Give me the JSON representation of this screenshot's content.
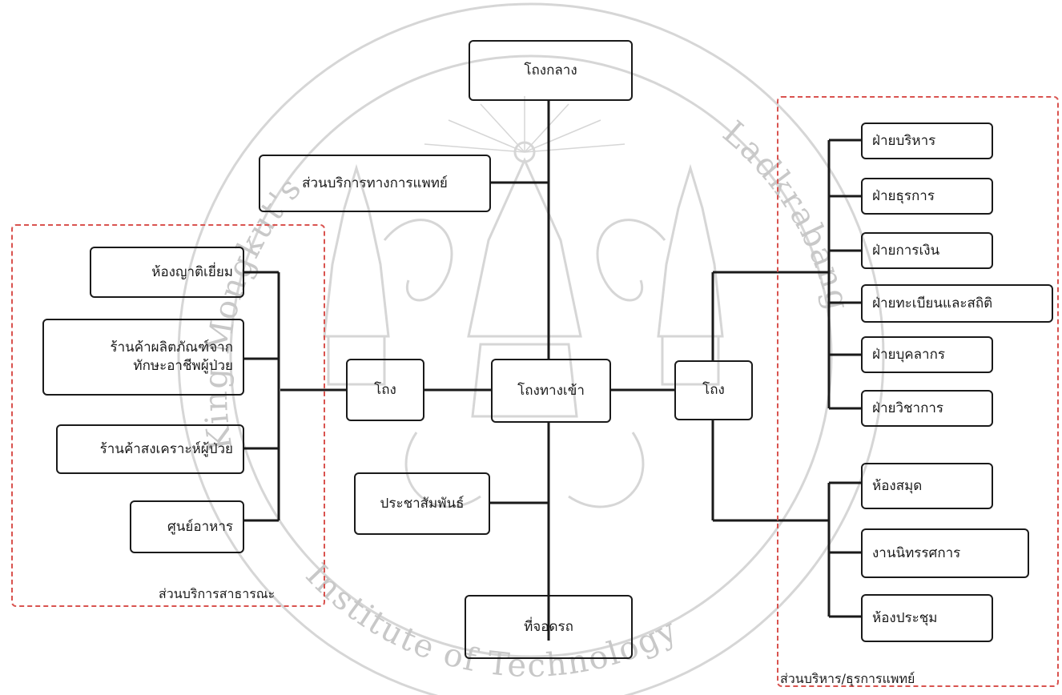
{
  "top": {
    "central_hall": "โถงกลาง"
  },
  "center": {
    "medical_services": "ส่วนบริการทางการแพทย์",
    "entrance_hall": "โถงทางเข้า",
    "left_hall": "โถง",
    "right_hall": "โถง",
    "public_relations": "ประชาสัมพันธ์",
    "parking": "ที่จอดรถ"
  },
  "public_services": {
    "zone_label": "ส่วนบริการสาธารณะ",
    "items": [
      "ห้องญาติเยี่ยม",
      "ร้านค้าผลิตภัณฑ์จาก\nทักษะอาชีพผู้ป่วย",
      "ร้านค้าสงเคราะห์ผู้ป่วย",
      "ศูนย์อาหาร"
    ]
  },
  "admin_services": {
    "zone_label": "ส่วนบริหาร/ธุรการแพทย์",
    "departments": [
      "ฝ่ายบริหาร",
      "ฝ่ายธุรการ",
      "ฝ่ายการเงิน",
      "ฝ่ายทะเบียนและสถิติ",
      "ฝ่ายบุคลากร",
      "ฝ่ายวิชาการ"
    ],
    "facilities": [
      "ห้องสมุด",
      "งานนิทรรศการ",
      "ห้องประชุม"
    ]
  },
  "watermark": {
    "top_text": "King Mongkut's Institute of Technology Ladkrabang",
    "emblem": "kmitl-seal-icon"
  },
  "colors": {
    "line": "#1a1a1a",
    "zone_border": "#d9534f",
    "watermark": "#c8c8c8"
  }
}
